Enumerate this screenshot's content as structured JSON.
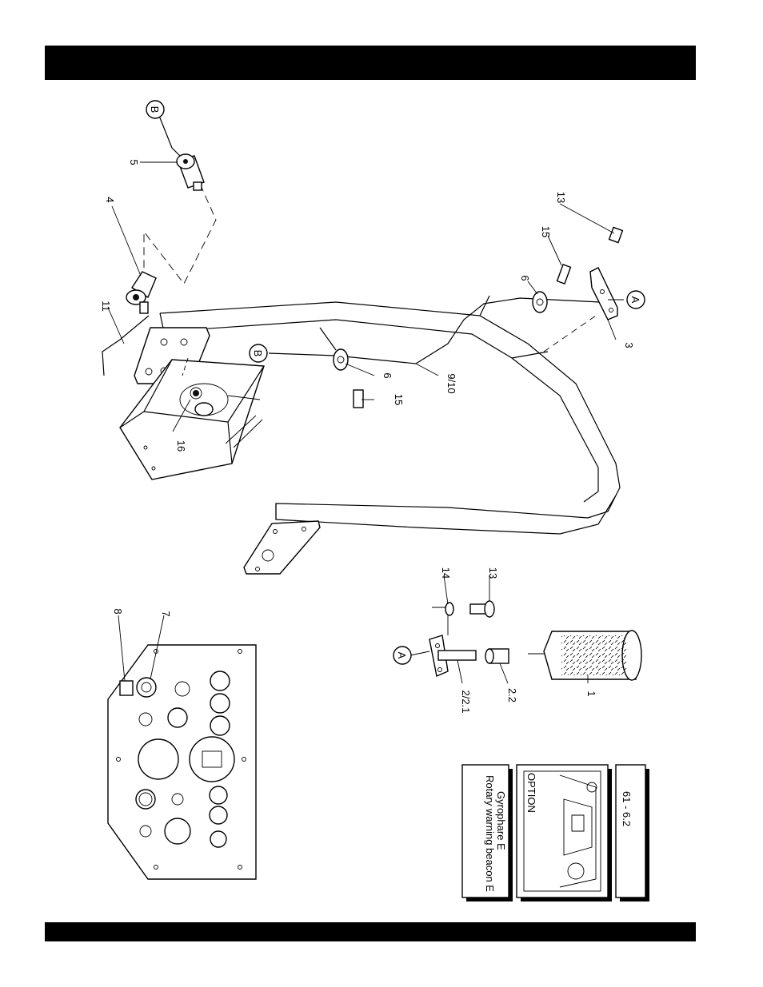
{
  "callouts": {
    "c1": "1",
    "c2_2": "2.2",
    "c2_21": "2/2.1",
    "c3": "3",
    "c4": "4",
    "c5": "5",
    "c6a": "6",
    "c6b": "6",
    "c7": "7",
    "c8": "8",
    "c9_10": "9/10",
    "c11": "11",
    "c13a": "13",
    "c13b": "13",
    "c14": "14",
    "c15a": "15",
    "c15b": "15",
    "c16": "16"
  },
  "connectors": {
    "a1": "A",
    "a2": "A",
    "b1": "B",
    "b2": "B"
  },
  "title_block": {
    "caption_en": "Rotary warning beacon E",
    "caption_fr": "Gyrophare E",
    "option": "OPTION",
    "code": "61 - 6.2"
  }
}
